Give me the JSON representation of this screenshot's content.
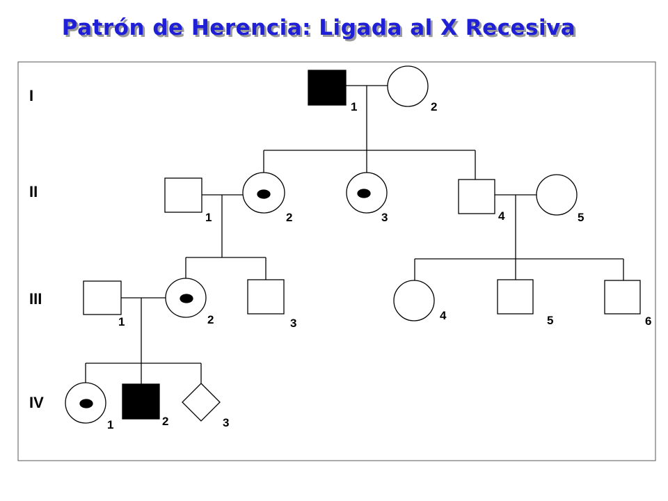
{
  "title": "Patrón de Herencia: Ligada al X Recesiva",
  "generations": [
    "I",
    "II",
    "III",
    "IV"
  ],
  "individuals": {
    "I": [
      {
        "n": "1",
        "sex": "male",
        "status": "affected"
      },
      {
        "n": "2",
        "sex": "female",
        "status": "unaffected"
      }
    ],
    "II": [
      {
        "n": "1",
        "sex": "male",
        "status": "unaffected"
      },
      {
        "n": "2",
        "sex": "female",
        "status": "carrier"
      },
      {
        "n": "3",
        "sex": "female",
        "status": "carrier"
      },
      {
        "n": "4",
        "sex": "male",
        "status": "unaffected"
      },
      {
        "n": "5",
        "sex": "female",
        "status": "unaffected"
      }
    ],
    "III": [
      {
        "n": "1",
        "sex": "male",
        "status": "unaffected"
      },
      {
        "n": "2",
        "sex": "female",
        "status": "carrier"
      },
      {
        "n": "3",
        "sex": "male",
        "status": "unaffected"
      },
      {
        "n": "4",
        "sex": "female",
        "status": "unaffected"
      },
      {
        "n": "5",
        "sex": "male",
        "status": "unaffected"
      },
      {
        "n": "6",
        "sex": "male",
        "status": "unaffected"
      }
    ],
    "IV": [
      {
        "n": "1",
        "sex": "female",
        "status": "carrier"
      },
      {
        "n": "2",
        "sex": "male",
        "status": "affected"
      },
      {
        "n": "3",
        "sex": "unknown",
        "status": "unaffected"
      }
    ]
  }
}
